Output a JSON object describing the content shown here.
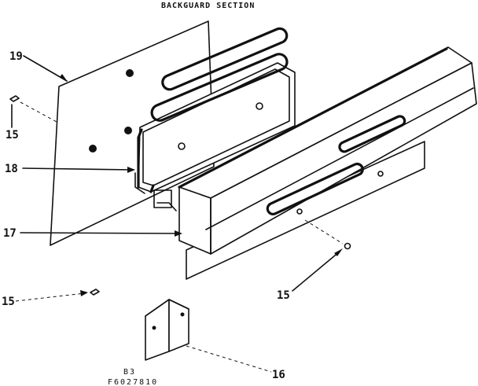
{
  "title": "BACKGUARD SECTION",
  "callouts": {
    "backguard_panel": "19",
    "screw_top_left": "15",
    "bracket_frame": "18",
    "control_panel": "17",
    "screw_right": "15",
    "screw_bottom_left": "15",
    "bracket_bottom": "16"
  },
  "footer": {
    "code_line1": "B3",
    "code_line2": "F6027810"
  },
  "colors": {
    "ink": "#111111",
    "paper": "#ffffff"
  }
}
